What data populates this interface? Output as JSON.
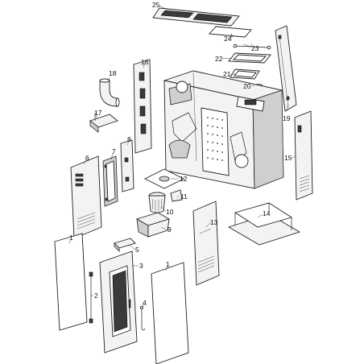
{
  "callouts": [
    {
      "id": "25",
      "text": "25"
    },
    {
      "id": "24",
      "text": "24"
    },
    {
      "id": "23",
      "text": "23"
    },
    {
      "id": "22",
      "text": "22"
    },
    {
      "id": "21",
      "text": "21"
    },
    {
      "id": "20",
      "text": "20"
    },
    {
      "id": "19",
      "text": "19"
    },
    {
      "id": "18",
      "text": "18"
    },
    {
      "id": "17",
      "text": "17"
    },
    {
      "id": "16",
      "text": "16"
    },
    {
      "id": "15",
      "text": "15"
    },
    {
      "id": "14",
      "text": "14"
    },
    {
      "id": "13",
      "text": "13"
    },
    {
      "id": "12",
      "text": "12"
    },
    {
      "id": "11",
      "text": "11"
    },
    {
      "id": "10",
      "text": "10"
    },
    {
      "id": "9",
      "text": "9"
    },
    {
      "id": "8",
      "text": "8"
    },
    {
      "id": "7",
      "text": "7"
    },
    {
      "id": "6",
      "text": "6"
    },
    {
      "id": "5",
      "text": "5"
    },
    {
      "id": "4",
      "text": "4"
    },
    {
      "id": "3",
      "text": "3"
    },
    {
      "id": "2",
      "text": "2"
    },
    {
      "id": "1a",
      "text": "1"
    },
    {
      "id": "1b",
      "text": "1"
    }
  ]
}
